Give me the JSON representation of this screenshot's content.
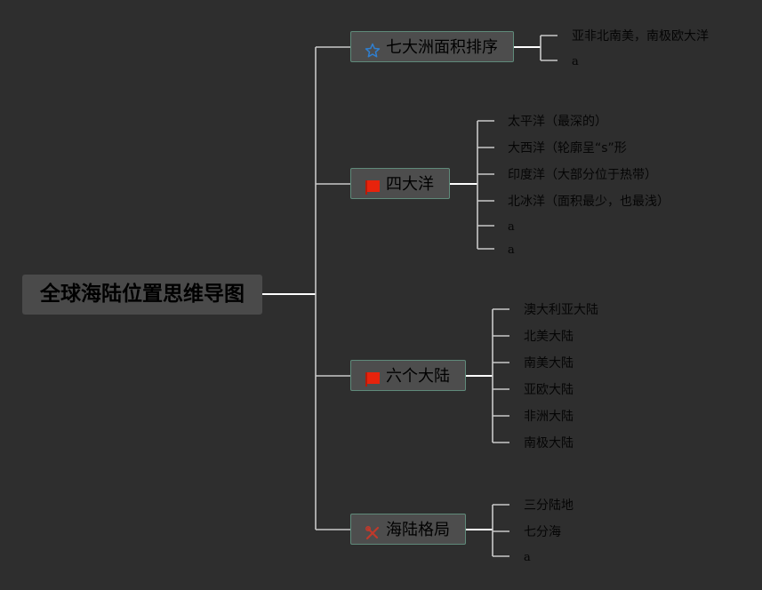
{
  "root": {
    "title": "全球海陆位置思维导图"
  },
  "branches": [
    {
      "label": "七大洲面积排序",
      "icon": "star-outline-icon",
      "leaves": [
        "亚非北南美，南极欧大洋",
        "a"
      ]
    },
    {
      "label": "四大洋",
      "icon": "red-flag-icon",
      "leaves": [
        "太平洋（最深的）",
        "大西洋（轮廓呈“s”形",
        "印度洋（大部分位于热带）",
        "北冰洋（面积最少，也最浅）",
        "a",
        "a"
      ]
    },
    {
      "label": "六个大陆",
      "icon": "red-flag-icon",
      "leaves": [
        "澳大利亚大陆",
        "北美大陆",
        "南美大陆",
        "亚欧大陆",
        "非洲大陆",
        "南极大陆"
      ]
    },
    {
      "label": "海陆格局",
      "icon": "tools-icon",
      "leaves": [
        "三分陆地",
        "七分海",
        "a"
      ]
    }
  ],
  "colors": {
    "background": "#2e2e2e",
    "node_fill": "#4d4d4d",
    "node_border": "#5f8a7a",
    "connector": "#c8c8c8",
    "star": "#2f7fd0",
    "flag": "#e8230c",
    "tools": "#c0392b"
  }
}
